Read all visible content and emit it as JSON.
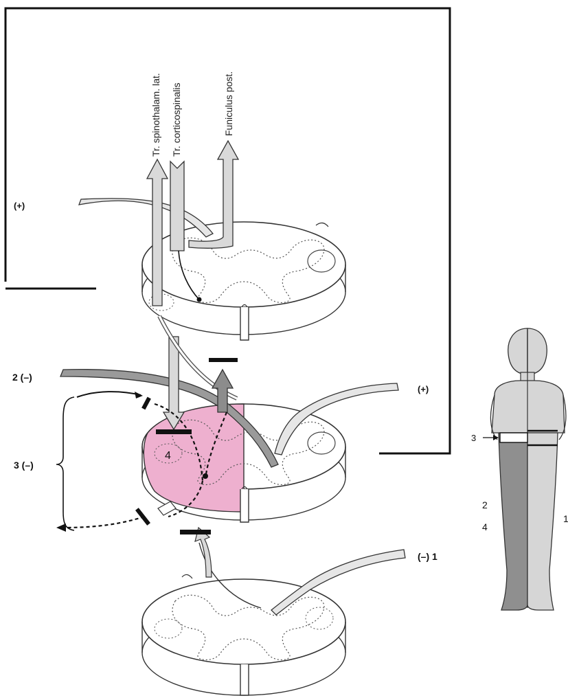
{
  "tracts": {
    "spinothalamic": "Tr. spinothalam. lat.",
    "corticospinal": "Tr. corticospinalis",
    "posterior": "Funiculus post."
  },
  "labels": {
    "plus_top": "(+)",
    "minus_2": "2 (–)",
    "minus_3": "3 (–)",
    "plus_mid": "(+)",
    "minus_1": "(–) 1",
    "lesion_4": "4"
  },
  "figure": {
    "level_3": "3",
    "num_2": "2",
    "num_4": "4",
    "num_1": "1"
  },
  "colors": {
    "lesion": "#eeb0cf",
    "tract_fill": "#d9d9d9",
    "tract_dark": "#8c8c8c",
    "body_light": "#d6d6d6",
    "body_dark": "#8f8f8f"
  }
}
